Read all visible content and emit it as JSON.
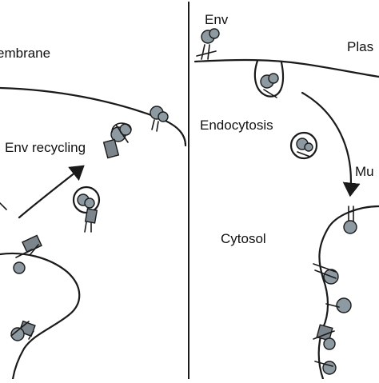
{
  "labels": {
    "membrane_left": "embrane",
    "env_recycling": "Env recycling",
    "env": "Env",
    "plasma_right": "Plas",
    "endocytosis": "Endocytosis",
    "mu": "Mu",
    "cytosol": "Cytosol"
  }
}
